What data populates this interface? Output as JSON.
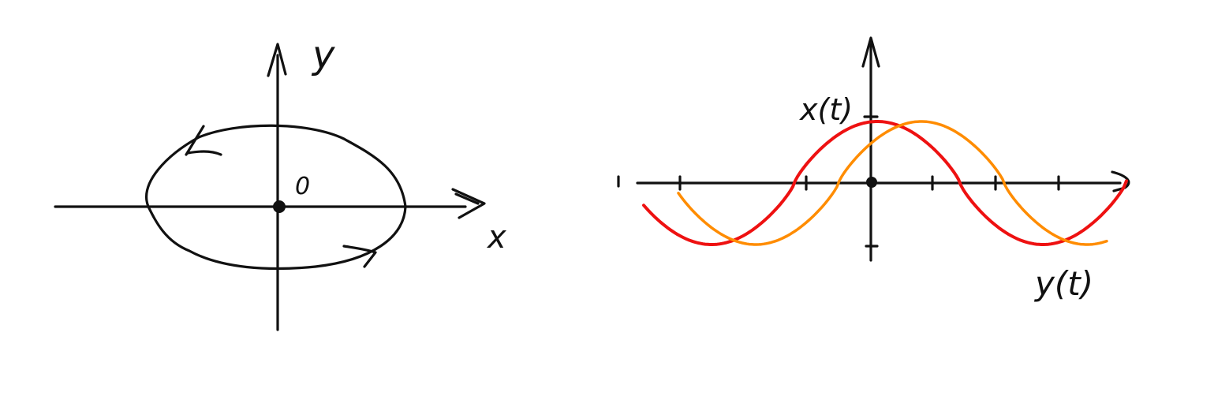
{
  "phase_portrait": {
    "y_axis_label": "y",
    "x_axis_label": "x",
    "origin_label": "0"
  },
  "time_plot": {
    "x_curve_label": "x(t)",
    "y_curve_label": "y(t)"
  },
  "colors": {
    "ink": "#111111",
    "x_curve": "#ee1111",
    "y_curve": "#ff8c00"
  }
}
